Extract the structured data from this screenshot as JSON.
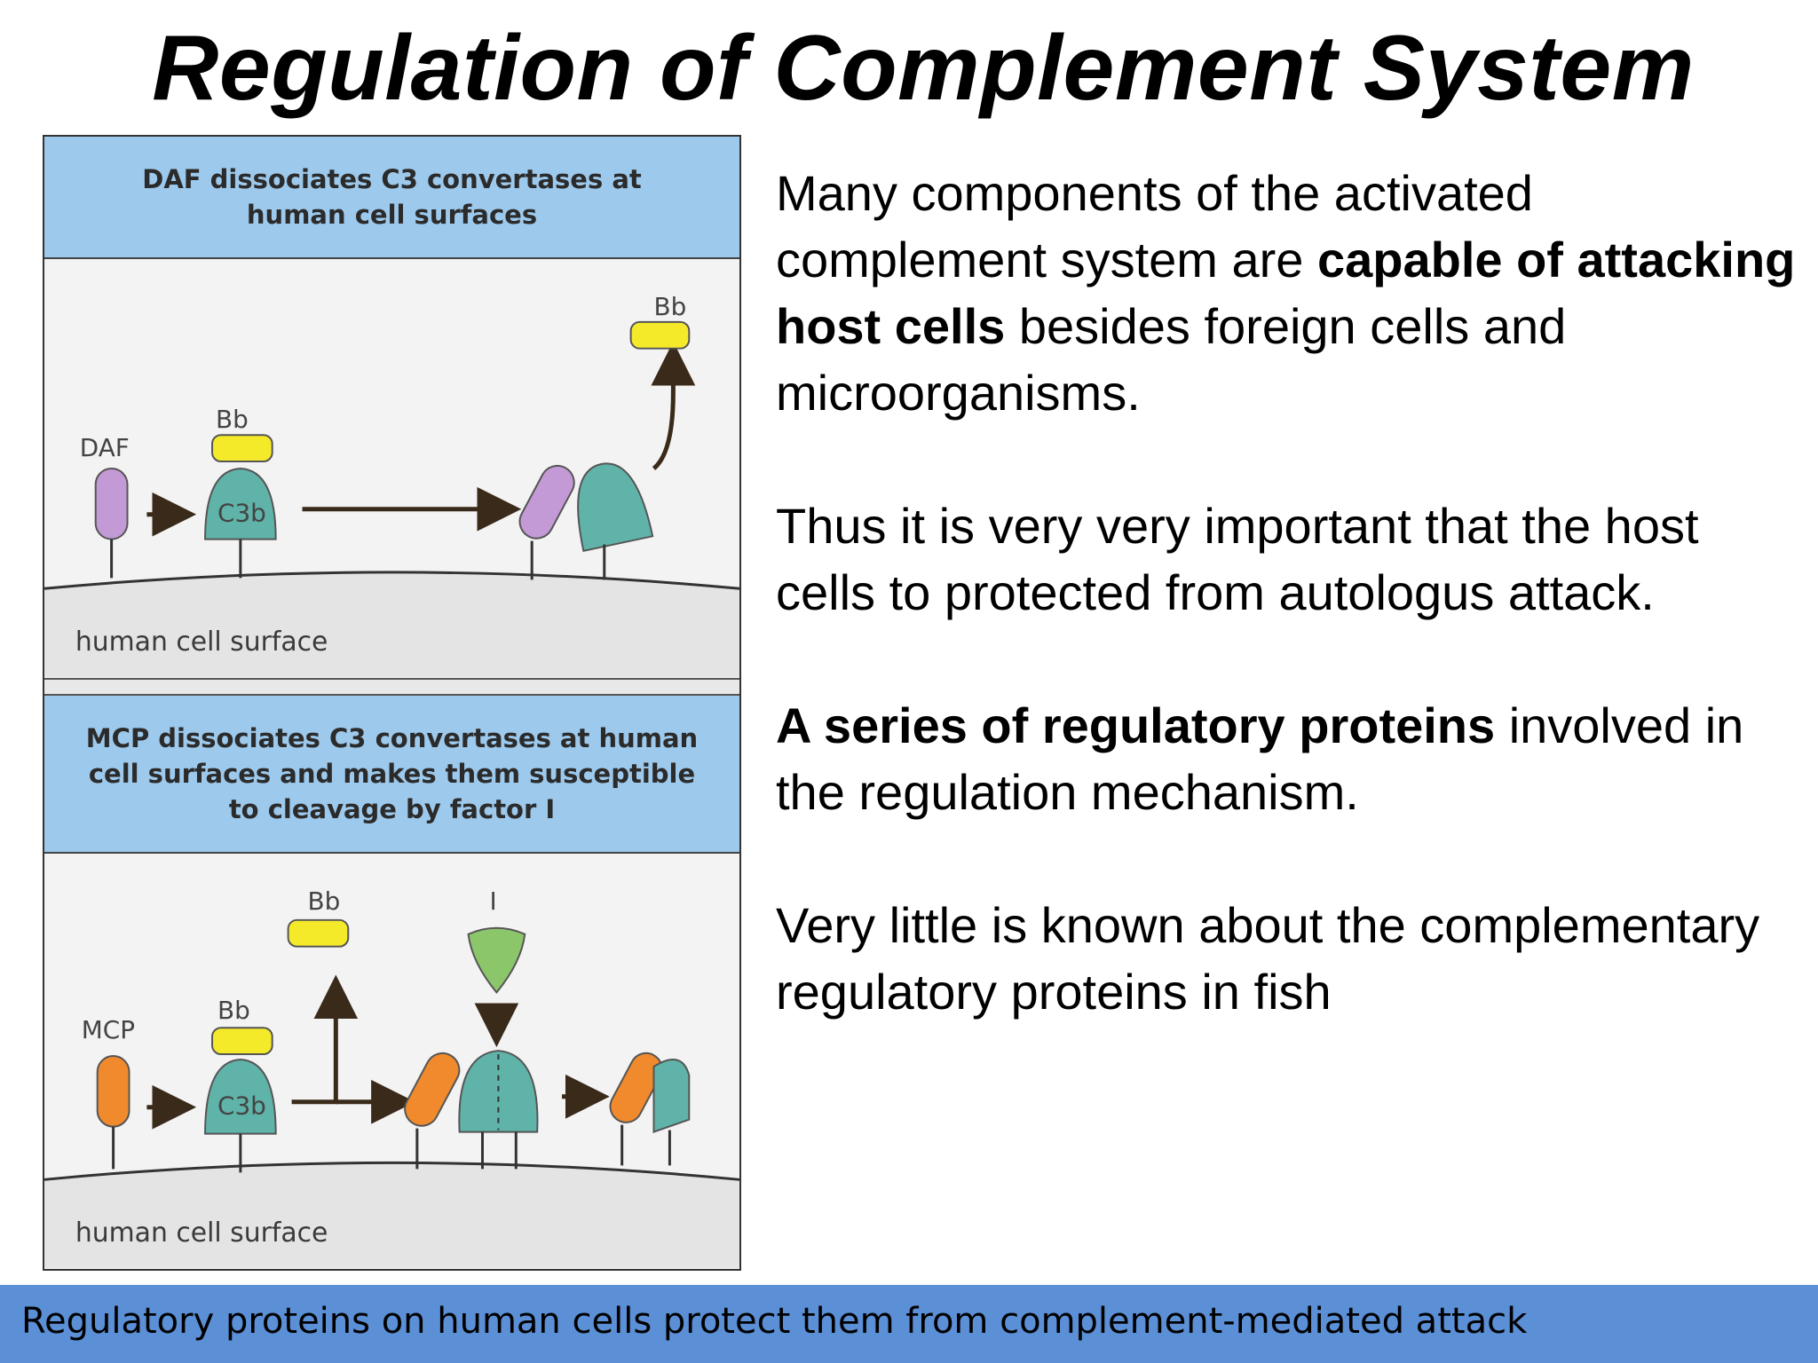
{
  "slide": {
    "title": "Regulation of Complement System"
  },
  "figure": {
    "top_panel": {
      "header": "DAF dissociates C3 convertases at human cell surfaces",
      "labels": {
        "regulator": "DAF",
        "bb": "Bb",
        "bb_released": "Bb",
        "c3b": "C3b",
        "surface": "human cell surface"
      },
      "colors": {
        "regulator": "#c39ad6",
        "bb": "#f5ea2a",
        "c3b": "#5fb3a8"
      }
    },
    "bottom_panel": {
      "header": "MCP dissociates C3 convertases at human cell surfaces and makes them susceptible to cleavage by factor I",
      "labels": {
        "regulator": "MCP",
        "bb": "Bb",
        "bb_released": "Bb",
        "c3b": "C3b",
        "factor": "I",
        "surface": "human cell surface"
      },
      "colors": {
        "regulator": "#f08a2c",
        "bb": "#f5ea2a",
        "c3b": "#5fb3a8",
        "factor": "#8cc66b"
      }
    }
  },
  "body": {
    "p1_a": "Many components of the activated complement system are ",
    "p1_b": "capable  of attacking host cells",
    "p1_c": " besides foreign cells and microorganisms.",
    "p2": "Thus it is very very important that the host cells to protected from autologus attack.",
    "p3_a": "A series of regulatory proteins",
    "p3_b": " involved in the regulation mechanism.",
    "p4": "Very little is known about the complementary regulatory  proteins in fish"
  },
  "footer": {
    "caption": "Regulatory proteins  on human cells protect them from complement-mediated attack",
    "color": "#5b8fd6"
  }
}
